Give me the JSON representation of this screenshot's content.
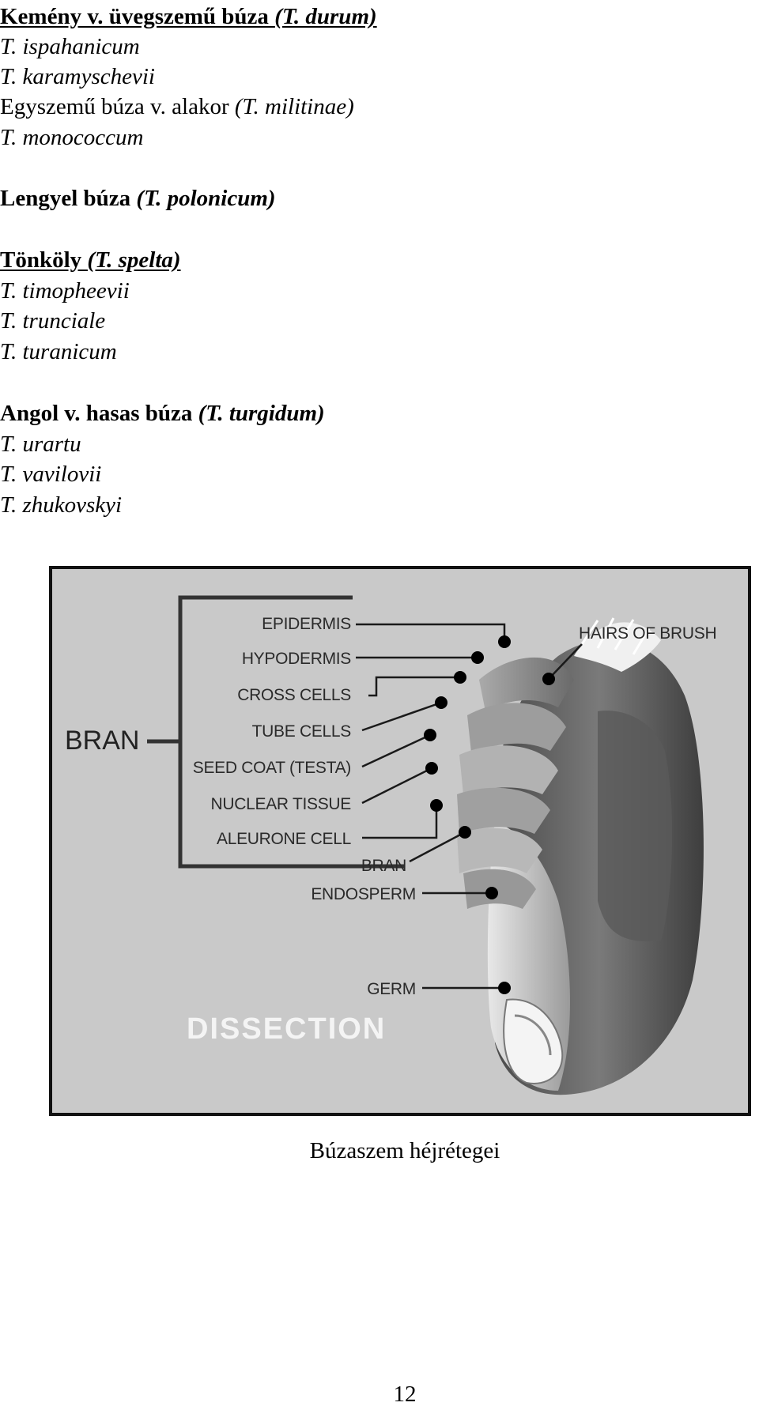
{
  "species_list": [
    {
      "plain": "Kemény v. üvegszemű búza ",
      "italic": "(T. durum)",
      "bold": true,
      "underline": true
    },
    {
      "plain": "",
      "italic": "T. ispahanicum",
      "bold": false,
      "underline": false
    },
    {
      "plain": "",
      "italic": "T. karamyschevii",
      "bold": false,
      "underline": false
    },
    {
      "plain": "Egyszemű búza v. alakor ",
      "italic": "(T. militinae)",
      "bold": false,
      "underline": false
    },
    {
      "plain": "",
      "italic": "T. monococcum",
      "bold": false,
      "underline": false
    },
    {
      "plain": "Lengyel búza ",
      "italic": "(T. polonicum)",
      "bold": true,
      "underline": false
    },
    {
      "plain": "Tönköly ",
      "italic": "(T. spelta)",
      "bold": true,
      "underline": true
    },
    {
      "plain": "",
      "italic": "T. timopheevii",
      "bold": false,
      "underline": false
    },
    {
      "plain": "",
      "italic": "T. trunciale",
      "bold": false,
      "underline": false
    },
    {
      "plain": "",
      "italic": "T. turanicum",
      "bold": false,
      "underline": false
    },
    {
      "plain": "Angol v. hasas búza ",
      "italic": "(T. turgidum)",
      "bold": true,
      "underline": false
    },
    {
      "plain": "",
      "italic": "T. urartu",
      "bold": false,
      "underline": false
    },
    {
      "plain": "",
      "italic": "T. vavilovii",
      "bold": false,
      "underline": false
    },
    {
      "plain": "",
      "italic": "T. zhukovskyi",
      "bold": false,
      "underline": false
    }
  ],
  "figure": {
    "bran_main": "BRAN",
    "layers": [
      "EPIDERMIS",
      "HYPODERMIS",
      "CROSS CELLS",
      "TUBE CELLS",
      "SEED COAT (TESTA)",
      "NUCLEAR TISSUE",
      "ALEURONE CELL"
    ],
    "bran_sub": "BRAN",
    "endosperm": "ENDOSPERM",
    "germ": "GERM",
    "hairs": "HAIRS OF BRUSH",
    "dissection": "DISSECTION"
  },
  "caption": "Búzaszem héjrétegei",
  "page_number": "12"
}
